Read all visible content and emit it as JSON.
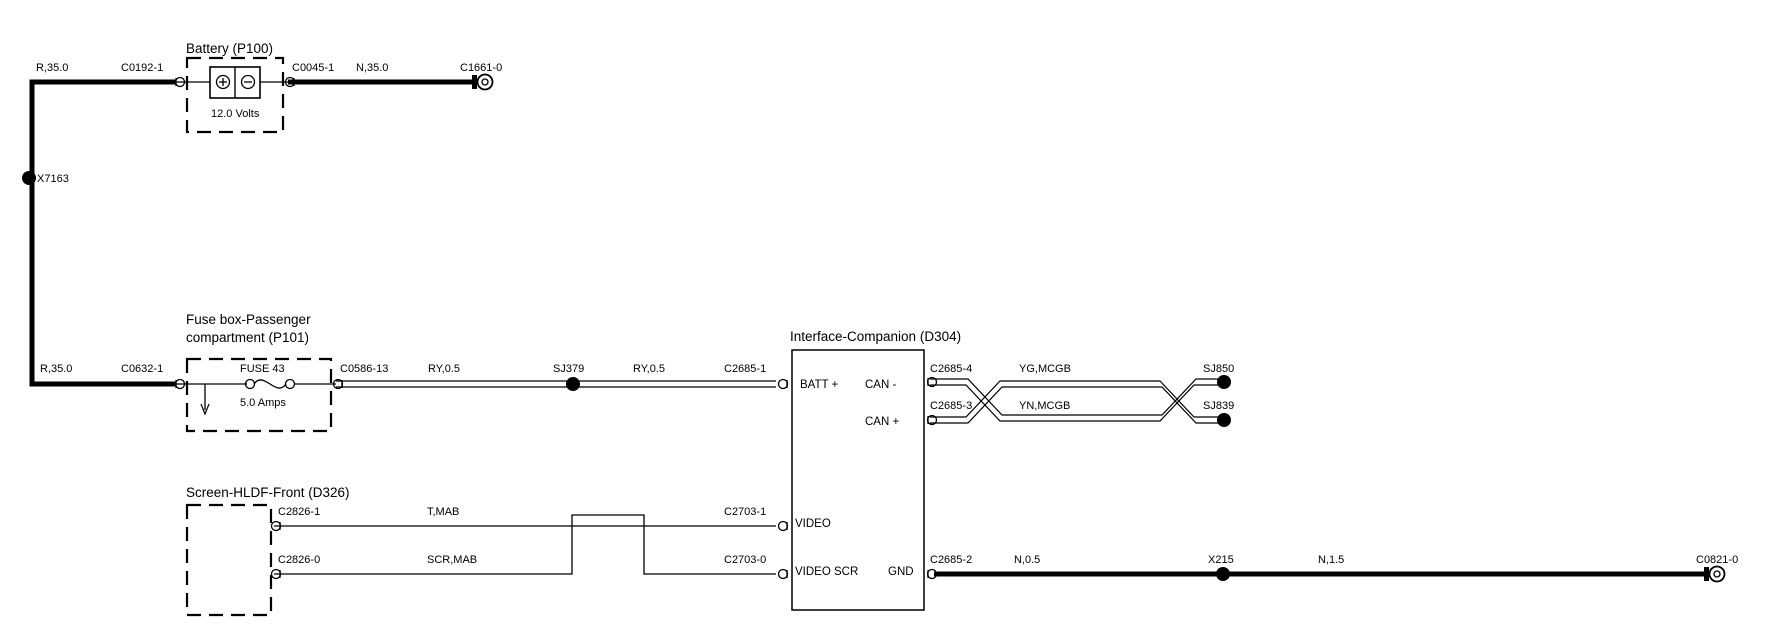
{
  "components": {
    "battery": {
      "title": "Battery (P100)",
      "rating": "12.0 Volts"
    },
    "fuse_box": {
      "title_line1": "Fuse box-Passenger",
      "title_line2": "compartment (P101)",
      "fuse_name": "FUSE 43",
      "fuse_rating": "5.0 Amps"
    },
    "interface": {
      "title": "Interface-Companion (D304)",
      "pins": {
        "batt": "BATT +",
        "can_minus": "CAN -",
        "can_plus": "CAN +",
        "video": "VIDEO",
        "video_scr": "VIDEO SCR",
        "gnd": "GND"
      }
    },
    "screen": {
      "title": "Screen-HLDF-Front (D326)"
    }
  },
  "connectors": {
    "c0192": "C0192-1",
    "c0045": "C0045-1",
    "c1661": "C1661-0",
    "c0632": "C0632-1",
    "c0586": "C0586-13",
    "c2685_1": "C2685-1",
    "c2685_4": "C2685-4",
    "c2685_3": "C2685-3",
    "c2685_2": "C2685-2",
    "c2826_1": "C2826-1",
    "c2826_0": "C2826-0",
    "c2703_1": "C2703-1",
    "c2703_0": "C2703-0",
    "c0821": "C0821-0"
  },
  "splices": {
    "x7163": "X7163",
    "sj379": "SJ379",
    "sj850": "SJ850",
    "sj839": "SJ839",
    "x215": "X215"
  },
  "wires": {
    "batt_pos_top": "R,35.0",
    "batt_neg": "N,35.0",
    "feed_lower": "R,35.0",
    "ry_left": "RY,0.5",
    "ry_right": "RY,0.5",
    "yg": "YG,MCGB",
    "yn": "YN,MCGB",
    "tmab": "T,MAB",
    "scrmab": "SCR,MAB",
    "n05": "N,0.5",
    "n15": "N,1.5"
  }
}
